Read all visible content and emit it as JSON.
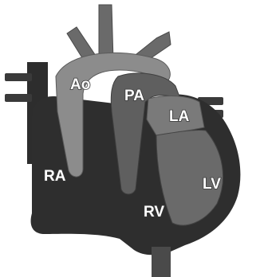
{
  "labels": {
    "ao": "Ao",
    "pa": "PA",
    "la": "LA",
    "ra": "RA",
    "lv": "LV",
    "rv": "RV"
  },
  "colors": {
    "background": "#ffffff",
    "dark_chambers": "#2f2f2f",
    "mid_vessels": "#6e6e6e",
    "light_aorta": "#8a8a8a",
    "label_text": "#ffffff"
  }
}
